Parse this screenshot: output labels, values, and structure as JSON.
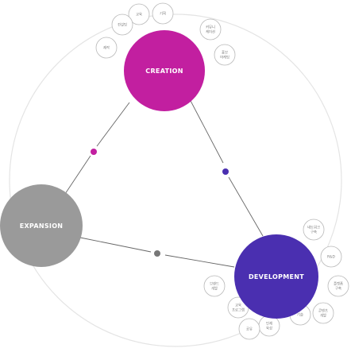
{
  "colors": {
    "creation": "#c21fa0",
    "development": "#4a2fb0",
    "expansion": "#9a9a9a",
    "ring": "#e4e4e4",
    "connector": "#666666",
    "tag_border": "#b8b8b8",
    "tag_text": "#777777"
  },
  "nodes": {
    "creation": {
      "label": "CREATION"
    },
    "development": {
      "label": "DEVELOPMENT"
    },
    "expansion": {
      "label": "EXPANSION"
    }
  },
  "tags": {
    "creation": [
      {
        "lines": [
          "교육"
        ]
      },
      {
        "lines": [
          "기획"
        ]
      },
      {
        "lines": [
          "컨설팅"
        ]
      },
      {
        "lines": [
          "제작"
        ]
      },
      {
        "lines": [
          "커뮤니",
          "케이션"
        ]
      },
      {
        "lines": [
          "홍보",
          "마케팅"
        ]
      }
    ],
    "development": [
      {
        "lines": [
          "네트워크",
          "구축"
        ]
      },
      {
        "lines": [
          "R&D"
        ]
      },
      {
        "lines": [
          "플랫폼",
          "구축"
        ]
      },
      {
        "lines": [
          "콘텐츠",
          "개발"
        ]
      },
      {
        "lines": [
          "브랜드",
          "개발"
        ]
      },
      {
        "lines": [
          "교육",
          "프로그램"
        ]
      },
      {
        "lines": [
          "인재",
          "육성"
        ]
      },
      {
        "lines": [
          "공유"
        ]
      },
      {
        "lines": [
          "기술"
        ]
      }
    ]
  }
}
